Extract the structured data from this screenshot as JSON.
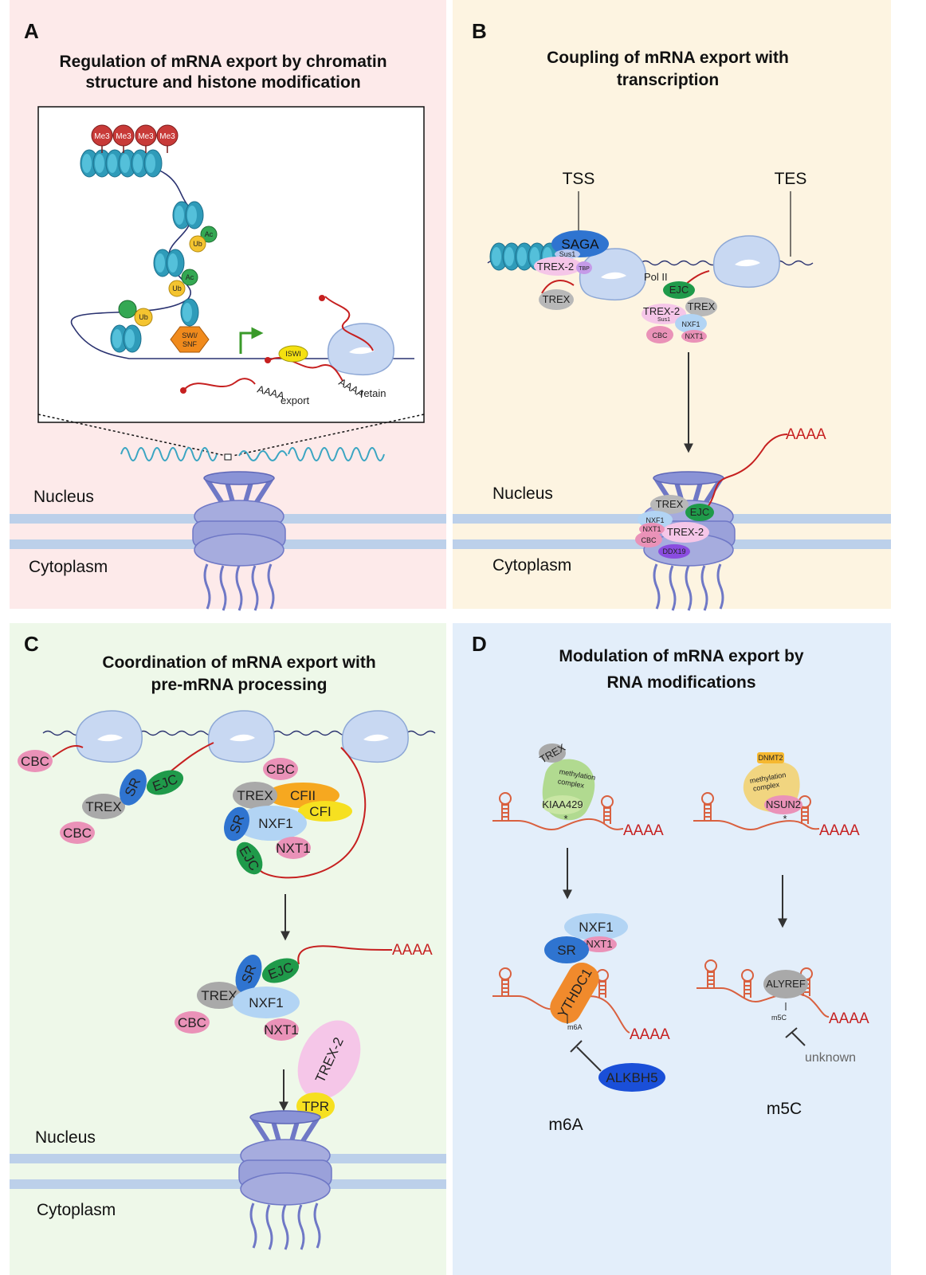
{
  "panels": {
    "A": {
      "label": "A",
      "title1": "Regulation of mRNA export by chromatin",
      "title2": "structure and histone modification",
      "bg": "#fdeaea"
    },
    "B": {
      "label": "B",
      "title1": "Coupling of mRNA export with",
      "title2": "transcription",
      "bg": "#fdf4e1"
    },
    "C": {
      "label": "C",
      "title1": "Coordination of mRNA export with",
      "title2": "pre-mRNA processing",
      "bg": "#eef8e9"
    },
    "D": {
      "label": "D",
      "title1": "Modulation of mRNA export by",
      "title2": "RNA modifications",
      "bg": "#e3eefa"
    }
  },
  "compartments": {
    "nucleus": "Nucleus",
    "cytoplasm": "Cytoplasm"
  },
  "labels": {
    "me3": "Me3",
    "ac": "Ac",
    "ub": "Ub",
    "swisnf_1": "SWI/",
    "swisnf_2": "SNF",
    "iswi": "ISWI",
    "polyA": "AAAA",
    "export": "export",
    "retain": "retain",
    "tss": "TSS",
    "tes": "TES",
    "saga": "SAGA",
    "sus1": "Sus1",
    "trex2": "TREX-2",
    "tbp": "TBP",
    "trex": "TREX",
    "polII": "Pol II",
    "ejc": "EJC",
    "nxf1": "NXF1",
    "nxt1": "NXT1",
    "cbc": "CBC",
    "ddx19": "DDX19",
    "sr": "SR",
    "cfii": "CFII",
    "cfi": "CFI",
    "tpr": "TPR",
    "methyl1": "methylation",
    "methyl2": "complex",
    "kiaa": "KIAA429",
    "dnmt2": "DNMT2",
    "nsun2": "NSUN2",
    "ythdc1": "YTHDC1",
    "m6a_site": "m6A",
    "alkbh5": "ALKBH5",
    "m6a": "m6A",
    "alyref": "ALYREF",
    "m5c_site": "m5C",
    "unknown": "unknown",
    "m5c": "m5C",
    "star": "*"
  }
}
